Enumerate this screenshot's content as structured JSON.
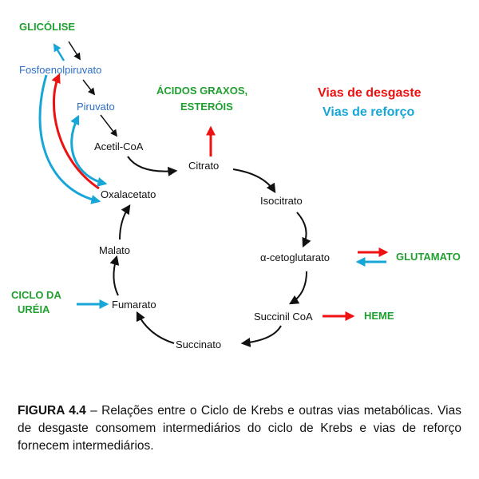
{
  "pathways": {
    "glicolise": "GLICÓLISE",
    "acidos_graxos_1": "ÁCIDOS GRAXOS,",
    "acidos_graxos_2": "ESTERÓIS",
    "glutamato": "GLUTAMATO",
    "heme": "HEME",
    "ciclo_ureia_1": "CICLO DA",
    "ciclo_ureia_2": "URÉIA"
  },
  "intermediates": {
    "fosfoenolpiruvato": "Fosfoenolpiruvato",
    "piruvato": "Piruvato",
    "acetil_coa": "Acetil-CoA",
    "citrato": "Citrato",
    "isocitrato": "Isocitrato",
    "cetoglutarato": "α-cetoglutarato",
    "succinil_coa": "Succinil CoA",
    "succinato": "Succinato",
    "fumarato": "Fumarato",
    "malato": "Malato",
    "oxalacetato": "Oxalacetato"
  },
  "legend": {
    "desgaste": "Vias de desgaste",
    "reforco": "Vias de reforço"
  },
  "caption": {
    "label": "FIGURA 4.4",
    "text": " – Relações entre o Ciclo de Krebs e outras vias metabólicas. Vias de desgaste consomem intermediários do ciclo de Krebs e vias de reforço fornecem intermediários."
  },
  "colors": {
    "desgaste": "#ee1111",
    "reforco": "#17a6d8",
    "pathway_label": "#1fa030",
    "intermediate_blue": "#2e6fc9",
    "cycle_arrow": "#111111"
  }
}
